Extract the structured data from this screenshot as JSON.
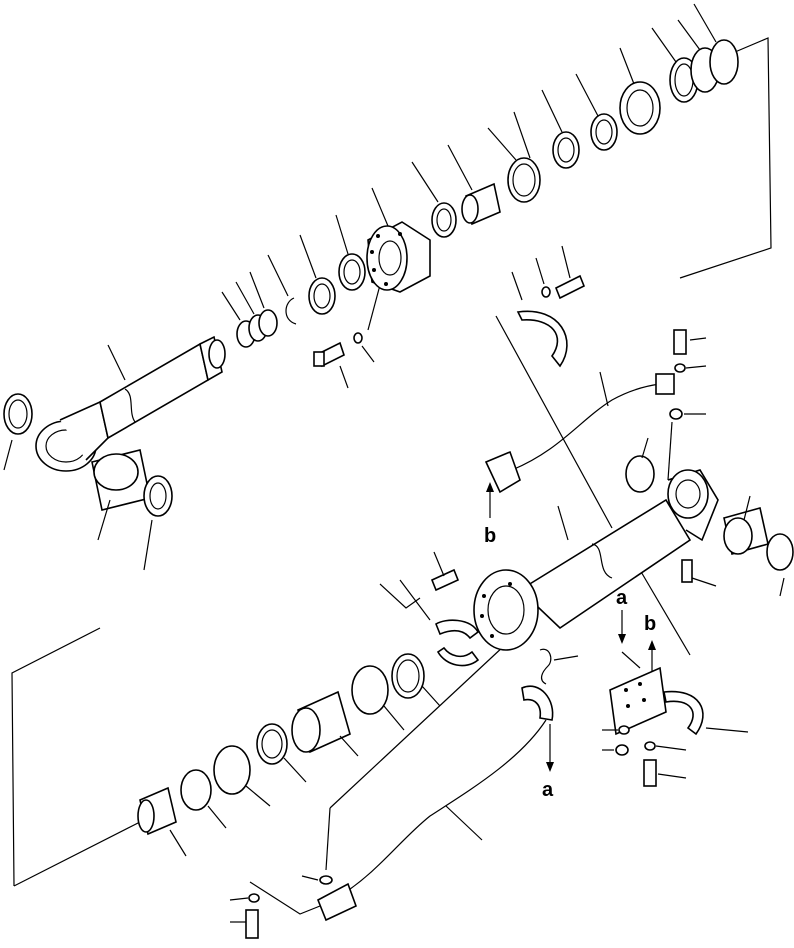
{
  "labels": {
    "ref_a_upper": "a",
    "ref_a_lower": "a",
    "ref_b_upper": "b",
    "ref_b_lower": "b"
  },
  "colors": {
    "ink": "#000000",
    "paper": "#ffffff"
  }
}
